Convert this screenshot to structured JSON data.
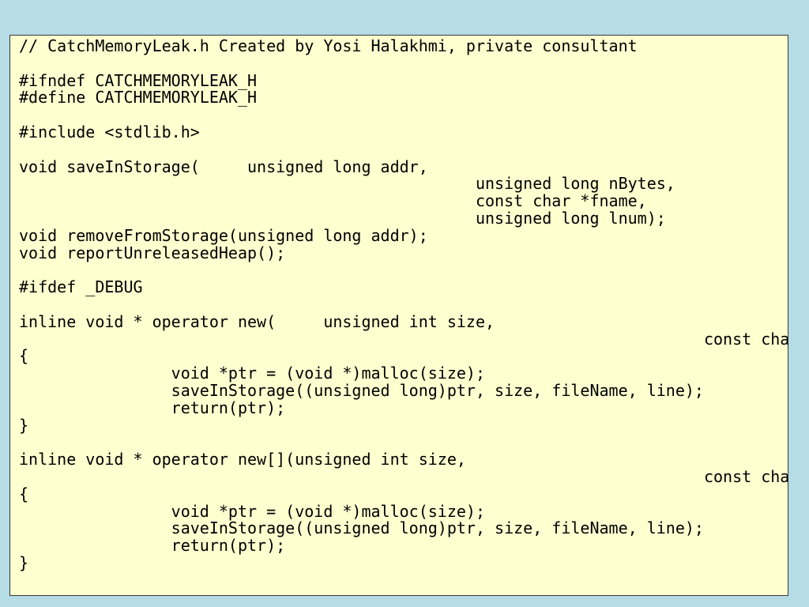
{
  "code_listing": {
    "lines": [
      "// CatchMemoryLeak.h Created by Yosi Halakhmi, private consultant",
      "",
      "#ifndef CATCHMEMORYLEAK_H",
      "#define CATCHMEMORYLEAK_H",
      "",
      "#include <stdlib.h>",
      "",
      "void saveInStorage(\tunsigned long addr,",
      "\t\t\t\t\t\tunsigned long nBytes,",
      "\t\t\t\t\t\tconst char *fname,",
      "\t\t\t\t\t\tunsigned long lnum);",
      "void removeFromStorage(unsigned long addr);",
      "void reportUnreleasedHeap();",
      "",
      "#ifdef _DEBUG",
      "",
      "inline void * operator new(\tunsigned int size,",
      "\t\t\t\t\t\t\t\t\tconst char *fileName, int line)",
      "{",
      "\t\tvoid *ptr = (void *)malloc(size);",
      "\t\tsaveInStorage((unsigned long)ptr, size, fileName, line);",
      "\t\treturn(ptr);",
      "}",
      "",
      "inline void * operator new[](unsigned int size,",
      "\t\t\t\t\t\t\t\t\tconst char * fileName, int line)",
      "{",
      "\t\tvoid *ptr = (void *)malloc(size);",
      "\t\tsaveInStorage((unsigned long)ptr, size, fileName, line);",
      "\t\treturn(ptr);",
      "}"
    ]
  }
}
